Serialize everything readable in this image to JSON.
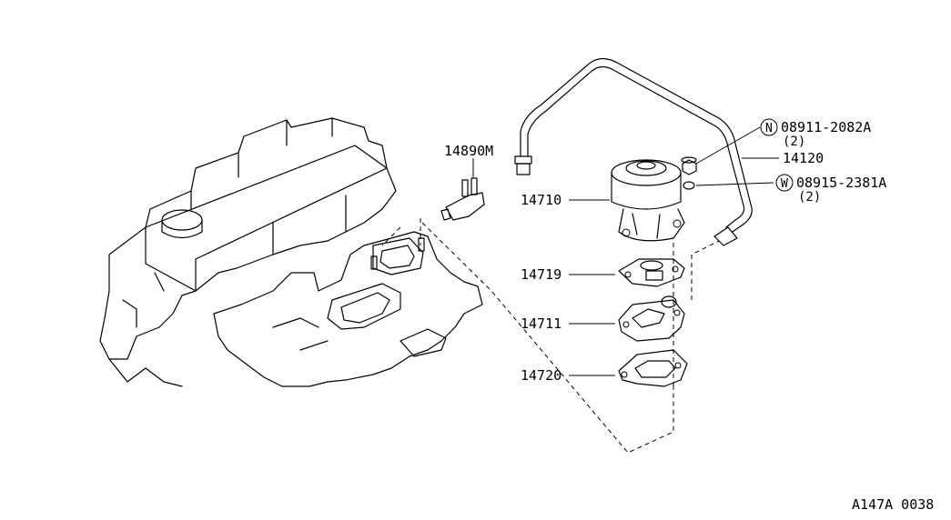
{
  "labels": {
    "valve_pipe": "14890M",
    "egr_valve": "14710",
    "gasket_upper": "14719",
    "adapter": "14711",
    "gasket_lower": "14720",
    "tube": "14120",
    "nut_part": "08911-2082A",
    "nut_qty": "(2)",
    "nut_symbol": "N",
    "washer_part": "08915-2381A",
    "washer_qty": "(2)",
    "washer_symbol": "W",
    "figure_code": "A147A 0038"
  }
}
